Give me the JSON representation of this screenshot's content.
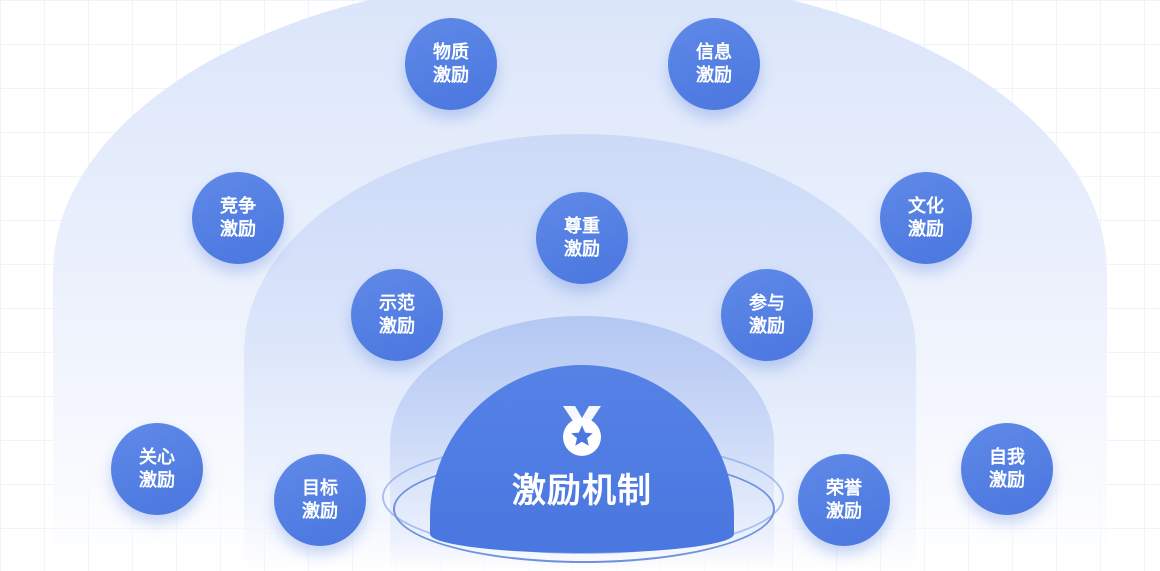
{
  "center": {
    "title": "激励机制",
    "icon": "medal-star-icon"
  },
  "nodes": [
    {
      "id": "wuzhi",
      "label": "物质激励"
    },
    {
      "id": "xinxi",
      "label": "信息激励"
    },
    {
      "id": "jingzheng",
      "label": "竞争激励"
    },
    {
      "id": "wenhua",
      "label": "文化激励"
    },
    {
      "id": "zunzhong",
      "label": "尊重激励"
    },
    {
      "id": "shifan",
      "label": "示范激励"
    },
    {
      "id": "canyu",
      "label": "参与激励"
    },
    {
      "id": "guanxin",
      "label": "关心激励"
    },
    {
      "id": "ziwo",
      "label": "自我激励"
    },
    {
      "id": "mubiao",
      "label": "目标激励"
    },
    {
      "id": "rongyu",
      "label": "荣誉激励"
    }
  ],
  "colors": {
    "primary": "#4a78e0",
    "node": "#5580e4",
    "ring": "#6f92de",
    "background": "#ffffff"
  }
}
